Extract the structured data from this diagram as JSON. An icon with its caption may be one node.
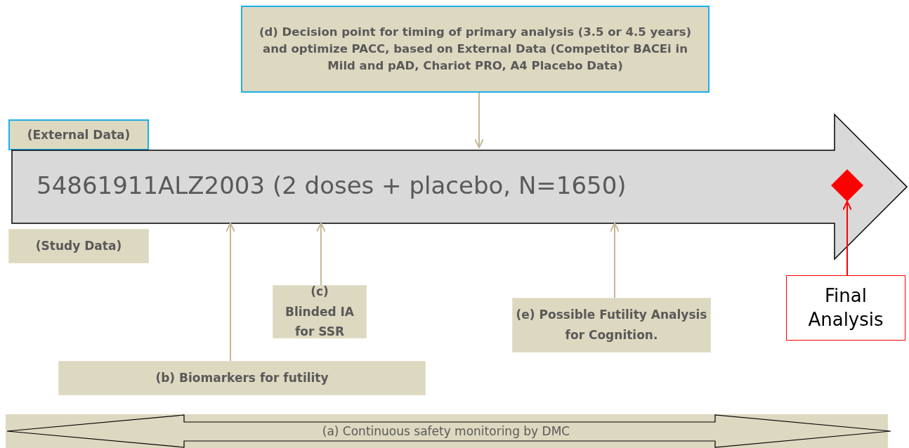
{
  "diagram": {
    "nodes": [
      {
        "text": [
          "(d) Decision point for timing of primary analysis (3.5 or 4.5 years) and optimize PACC, based on External Data (Competitor BACEi in Mild and pAD, Chariot PRO, A4 Placebo Data)"
        ]
      },
      {
        "text": [
          "(External Data)"
        ]
      },
      {
        "text": [
          "54861911ALZ2003 (2 doses + placebo, N=1650)"
        ]
      },
      {
        "text": [
          "(Study Data)"
        ]
      },
      {
        "text": [],
        "shape": "diamond",
        "in": 2
      },
      {
        "text": [
          "(c) Blinded IA for SSR"
        ]
      },
      {
        "text": [
          "(e) Possible Futility Analysis for Cognition."
        ]
      },
      {
        "text": [
          "Final Analysis"
        ]
      },
      {
        "text": [
          "(b) Biomarkers for futility"
        ]
      },
      {
        "text": [
          "(a) Continuous safety monitoring by DMC"
        ]
      }
    ],
    "edges": [
      {
        "from": 0,
        "to": 2,
        "arrow": "to"
      },
      {
        "from": 8,
        "to": 2,
        "arrow": "to"
      },
      {
        "from": 5,
        "to": 2,
        "arrow": "to"
      },
      {
        "from": 6,
        "to": 2,
        "arrow": "to"
      },
      {
        "from": 7,
        "to": 4,
        "arrow": "to",
        "color": "#ff0000"
      }
    ]
  }
}
